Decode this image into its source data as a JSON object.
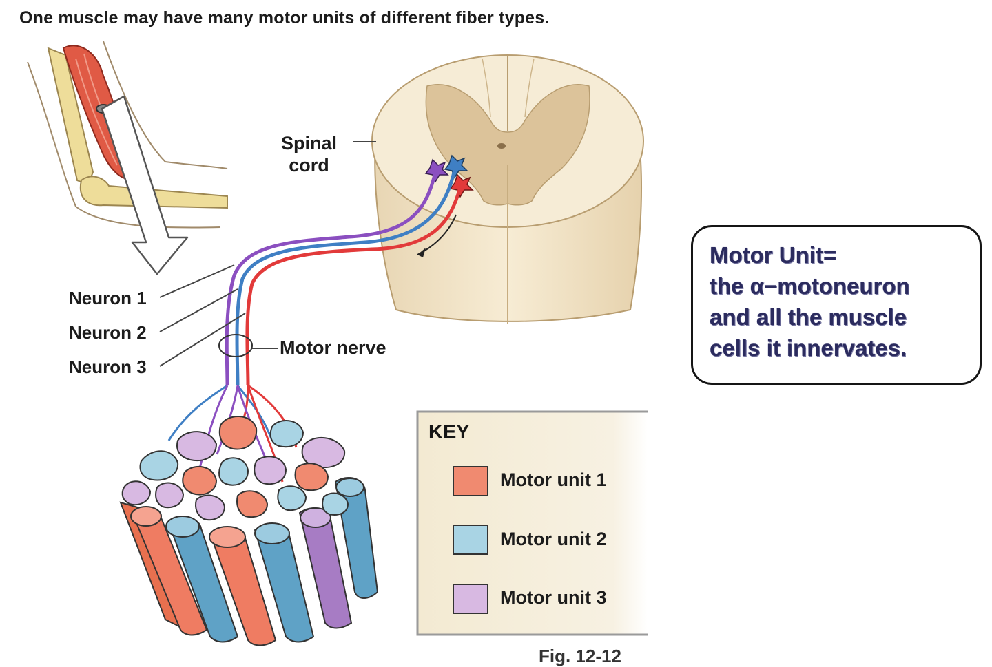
{
  "caption": "One muscle may have many motor units of different fiber types.",
  "labels": {
    "spinal_cord_line1": "Spinal",
    "spinal_cord_line2": "cord",
    "neuron_1": "Neuron 1",
    "neuron_2": "Neuron 2",
    "neuron_3": "Neuron 3",
    "motor_nerve": "Motor nerve"
  },
  "key": {
    "title": "KEY",
    "items": [
      {
        "label": "Motor unit 1",
        "color": "#f08a70"
      },
      {
        "label": "Motor unit 2",
        "color": "#a9d4e4"
      },
      {
        "label": "Motor unit 3",
        "color": "#d8b9e2"
      }
    ]
  },
  "definition": "Motor Unit=\nthe α−motoneuron\nand all the muscle\ncells it innervates.",
  "figure_ref_fragment": "Fig. 12-12",
  "colors": {
    "neuron_1": "#8b4fc0",
    "neuron_2": "#3f7fc4",
    "neuron_3": "#e23a3a",
    "spinal_outer": "#f6ecd6",
    "spinal_gray": "#dcc39a",
    "muscle_red": "#e05a45",
    "bone": "#eedd9a"
  }
}
